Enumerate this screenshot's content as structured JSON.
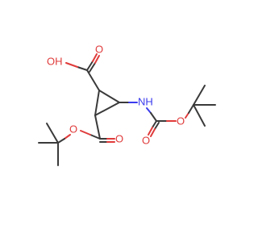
{
  "molecule": {
    "atoms": {
      "o_carbonyl_acid": "O",
      "o_hydroxyl": "OH",
      "nitrogen": "NH",
      "o_ester_carbonyl": "O",
      "o_ester_ether": "O",
      "o_carbamate_ether": "O",
      "o_carbamate_carbonyl": "O"
    }
  },
  "colors": {
    "bond": "#3a3a3a",
    "oxygen": "#e03b3b",
    "nitrogen": "#3a3aee",
    "background": "#ffffff"
  }
}
